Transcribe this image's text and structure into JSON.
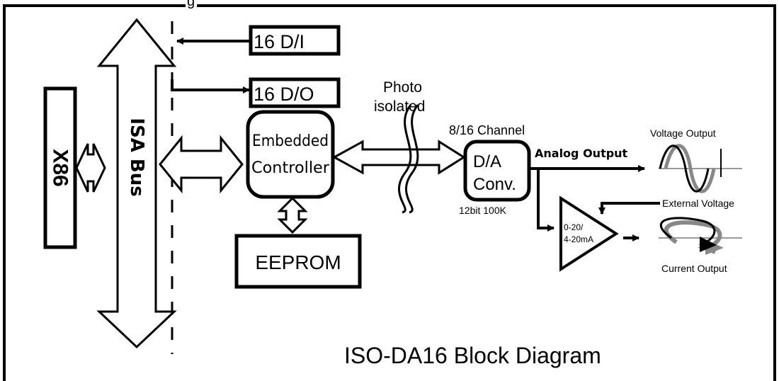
{
  "header_fragment": "g",
  "blocks": {
    "x86": "X86",
    "isa_bus": "ISA Bus",
    "di": "16 D/I",
    "do": "16 D/O",
    "controller_line1": "Embedded",
    "controller_line2": "Controller",
    "eeprom": "EEPROM",
    "dac_line1": "D/A",
    "dac_line2": "Conv.",
    "amp_line1": "0-20/",
    "amp_line2": "4-20mA"
  },
  "labels": {
    "photo_line1": "Photo",
    "photo_line2": "isolated",
    "channel": "8/16 Channel",
    "resolution": "12bit 100K",
    "analog_output": "Analog Output",
    "voltage_output": "Voltage  Output",
    "external_voltage": "External Voltage",
    "current_output": "Current Output"
  },
  "title": "ISO-DA16 Block Diagram",
  "colors": {
    "line": "#000000",
    "background": "#ffffff",
    "waveform_shadow": "#888888"
  }
}
